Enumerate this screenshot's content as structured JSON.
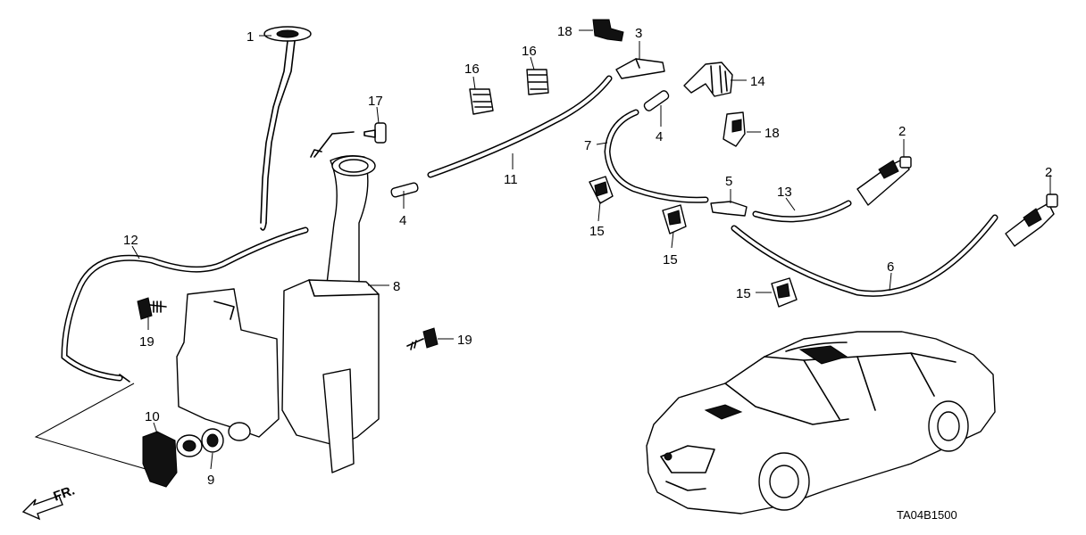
{
  "diagram": {
    "drawing_code": "TA04B1500",
    "front_direction_label": "FR.",
    "callouts": [
      {
        "id": "c1",
        "label": "1"
      },
      {
        "id": "c2a",
        "label": "2"
      },
      {
        "id": "c2b",
        "label": "2"
      },
      {
        "id": "c3",
        "label": "3"
      },
      {
        "id": "c4a",
        "label": "4"
      },
      {
        "id": "c4b",
        "label": "4"
      },
      {
        "id": "c5",
        "label": "5"
      },
      {
        "id": "c6",
        "label": "6"
      },
      {
        "id": "c7",
        "label": "7"
      },
      {
        "id": "c8",
        "label": "8"
      },
      {
        "id": "c9",
        "label": "9"
      },
      {
        "id": "c10",
        "label": "10"
      },
      {
        "id": "c11",
        "label": "11"
      },
      {
        "id": "c12",
        "label": "12"
      },
      {
        "id": "c13",
        "label": "13"
      },
      {
        "id": "c14",
        "label": "14"
      },
      {
        "id": "c15a",
        "label": "15"
      },
      {
        "id": "c15b",
        "label": "15"
      },
      {
        "id": "c15c",
        "label": "15"
      },
      {
        "id": "c16a",
        "label": "16"
      },
      {
        "id": "c16b",
        "label": "16"
      },
      {
        "id": "c17",
        "label": "17"
      },
      {
        "id": "c18a",
        "label": "18"
      },
      {
        "id": "c18b",
        "label": "18"
      },
      {
        "id": "c19a",
        "label": "19"
      },
      {
        "id": "c19b",
        "label": "19"
      }
    ]
  }
}
